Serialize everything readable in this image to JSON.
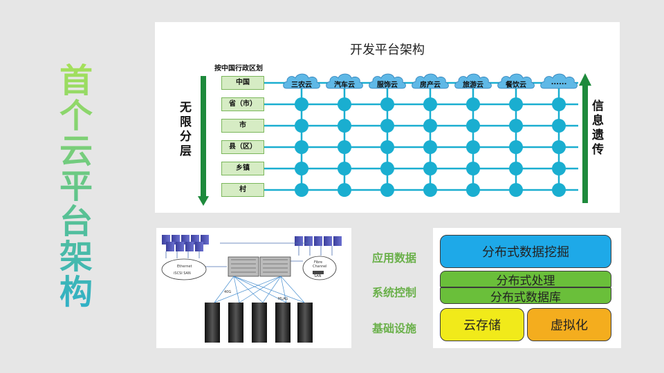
{
  "slide": {
    "title_chars": [
      "首",
      "个",
      "云",
      "平",
      "台",
      "架",
      "构"
    ]
  },
  "architecture": {
    "title": "开发平台架构",
    "division_caption": "按中国行政区划",
    "left_label": [
      "无",
      "限",
      "分",
      "层"
    ],
    "right_label": [
      "信",
      "息",
      "遗",
      "传"
    ],
    "levels": [
      "中国",
      "省（市）",
      "市",
      "县（区）",
      "乡镇",
      "村"
    ],
    "clouds": [
      "三农云",
      "汽车云",
      "服饰云",
      "房产云",
      "旅游云",
      "餐饮云",
      "......"
    ],
    "colors": {
      "node": "#1aaed0",
      "line": "#1aaed0",
      "arrow": "#1e8a3c",
      "cloud": "#5fb8e6"
    }
  },
  "network": {
    "ethernet": "Ethernet",
    "iscsi": "iSCSI SAN",
    "fibre1": "Fibre",
    "fibre2": "Channel",
    "san": "SAN",
    "link1": "40G",
    "link2": "MLAG"
  },
  "stack": {
    "labels": [
      "应用数据",
      "系统控制",
      "基础设施"
    ],
    "mining": "分布式数据挖掘",
    "processing": "分布式处理",
    "database": "分布式数据库",
    "storage": "云存储",
    "virtualization": "虚拟化",
    "colors": {
      "mining": "#1ea9e8",
      "system": "#6abf3a",
      "storage": "#f1ea1a",
      "virtual": "#f4ad1e"
    }
  }
}
